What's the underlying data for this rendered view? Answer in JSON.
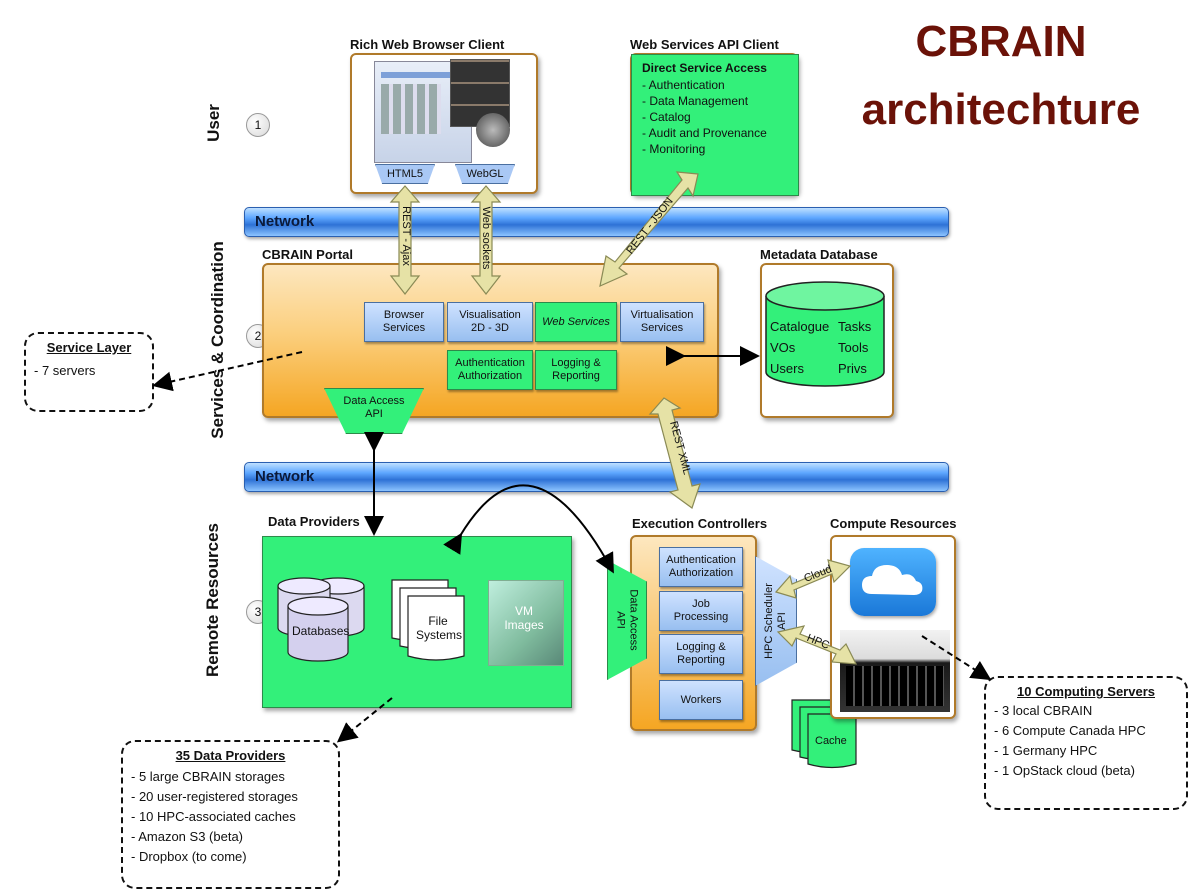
{
  "title": {
    "line1": "CBRAIN",
    "line2": "architechture"
  },
  "layers": {
    "user": {
      "label": "User",
      "num": "1"
    },
    "services": {
      "label": "Services & Coordination",
      "num": "2"
    },
    "remote": {
      "label": "Remote Resources",
      "num": "3"
    }
  },
  "network_top": "Network",
  "network_bottom": "Network",
  "rich_client": {
    "title": "Rich Web Browser Client",
    "html5": "HTML5",
    "webgl": "WebGL"
  },
  "ws_client": {
    "title": "Web Services API Client",
    "heading": "Direct Service  Access",
    "items": [
      "- Authentication",
      "- Data Management",
      "- Catalog",
      "- Audit and Provenance",
      "- Monitoring"
    ]
  },
  "arrows": {
    "rest_ajax": "REST - Ajax",
    "web_sockets": "Web sockets",
    "rest_json": "REST - JSON",
    "rest_xml": "REST XML",
    "cloud": "Cloud",
    "hpc": "HPC"
  },
  "portal": {
    "title": "CBRAIN Portal",
    "browser": [
      "Browser",
      "Services"
    ],
    "visual": [
      "Visualisation",
      "2D - 3D"
    ],
    "websvc": "Web Services",
    "virtual": [
      "Virtualisation",
      "Services"
    ],
    "auth": [
      "Authentication",
      "Authorization"
    ],
    "logging": [
      "Logging &",
      "Reporting"
    ],
    "daa": [
      "Data Access",
      "API"
    ]
  },
  "metadata": {
    "title": "Metadata Database",
    "left": [
      "Catalogue",
      "VOs",
      "Users"
    ],
    "right": [
      "Tasks",
      "Tools",
      "Privs"
    ]
  },
  "service_layer": {
    "title": "Service Layer",
    "items": [
      "- 7 servers"
    ]
  },
  "data_providers": {
    "title": "Data Providers",
    "databases": "Databases",
    "fs": [
      "File",
      "Systems"
    ],
    "vm": [
      "VM",
      "Images"
    ]
  },
  "exec": {
    "title": "Execution Controllers",
    "daa": [
      "Data Access",
      "API"
    ],
    "auth": [
      "Authentication",
      "Authorization"
    ],
    "job": [
      "Job",
      "Processing"
    ],
    "logging": [
      "Logging &",
      "Reporting"
    ],
    "workers": "Workers",
    "hpc_api": [
      "HPC Scheduler",
      "API"
    ],
    "cache": "Cache"
  },
  "compute": {
    "title": "Compute Resources"
  },
  "dp_box": {
    "title": "35 Data Providers",
    "items": [
      "- 5 large CBRAIN storages",
      "- 20 user-registered storages",
      "- 10 HPC-associated caches",
      "- Amazon S3 (beta)",
      "- Dropbox (to come)"
    ]
  },
  "cs_box": {
    "title": "10 Computing Servers",
    "items": [
      "- 3 local CBRAIN",
      "- 6 Compute Canada HPC",
      "- 1 Germany HPC",
      "- 1 OpStack cloud (beta)"
    ]
  },
  "colors": {
    "title": "#6b1208",
    "green": "#33f07a",
    "orange": "#f5a623",
    "blue": "#98bff0"
  }
}
